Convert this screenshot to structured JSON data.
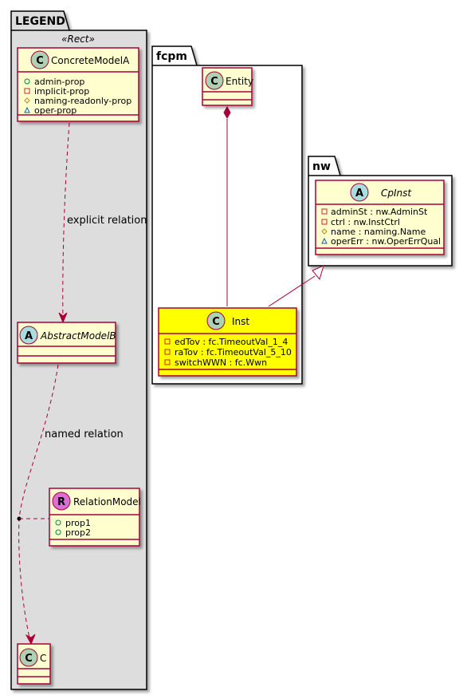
{
  "colors": {
    "class_fill": "#FEFECE",
    "class_border": "#A80036",
    "highlight_fill": "#FFFF00",
    "legend_fill": "#DDDDDD",
    "circle_class": "#ADD1B2",
    "circle_abstract": "#A9DCDF",
    "circle_relation": "#DA70D6",
    "edge": "#A80036"
  },
  "packages": {
    "legend": {
      "title": "LEGEND",
      "stereotype": "«Rect»"
    },
    "fcpm": {
      "title": "fcpm"
    },
    "nw": {
      "title": "nw"
    }
  },
  "classes": {
    "concrete_model_a": {
      "letter": "C",
      "name": "ConcreteModelA",
      "attrs": [
        {
          "vis": "+",
          "vis_icon": "public-icon",
          "text": "admin-prop"
        },
        {
          "vis": "-",
          "vis_icon": "private-icon",
          "text": "implicit-prop"
        },
        {
          "vis": "#",
          "vis_icon": "protected-icon",
          "text": "naming-readonly-prop"
        },
        {
          "vis": "~",
          "vis_icon": "package-icon",
          "text": "oper-prop"
        }
      ]
    },
    "abstract_model_b": {
      "letter": "A",
      "name": "AbstractModelB"
    },
    "relation_model": {
      "letter": "R",
      "name": "RelationModel",
      "attrs": [
        {
          "vis": "+",
          "vis_icon": "public-icon",
          "text": "prop1"
        },
        {
          "vis": "+",
          "vis_icon": "public-icon",
          "text": "prop2"
        }
      ]
    },
    "c": {
      "letter": "C",
      "name": "C"
    },
    "entity": {
      "letter": "C",
      "name": "Entity"
    },
    "inst": {
      "letter": "C",
      "name": "Inst",
      "attrs": [
        {
          "vis": "-",
          "vis_icon": "private-icon",
          "text": "edTov : fc.TimeoutVal_1_4"
        },
        {
          "vis": "-",
          "vis_icon": "private-icon",
          "text": "raTov : fc.TimeoutVal_5_10"
        },
        {
          "vis": "-",
          "vis_icon": "private-icon",
          "text": "switchWWN : fc.Wwn"
        }
      ]
    },
    "cp_inst": {
      "letter": "A",
      "name": "CpInst",
      "attrs": [
        {
          "vis": "-",
          "vis_icon": "private-icon",
          "text": "adminSt : nw.AdminSt"
        },
        {
          "vis": "-",
          "vis_icon": "private-icon",
          "text": "ctrl : nw.InstCtrl"
        },
        {
          "vis": "#",
          "vis_icon": "protected-icon",
          "text": "name : naming.Name"
        },
        {
          "vis": "~",
          "vis_icon": "package-icon",
          "text": "operErr : nw.OperErrQual"
        }
      ]
    }
  },
  "relations": {
    "explicit": "explicit relation",
    "named": "named relation"
  }
}
